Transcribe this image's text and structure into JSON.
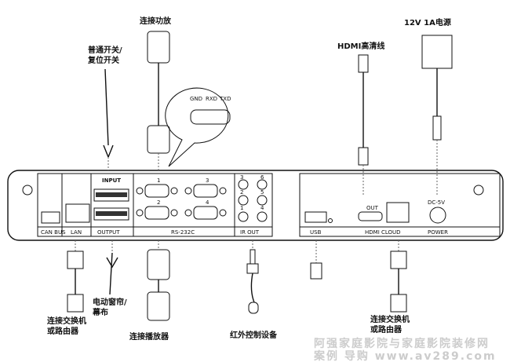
{
  "callouts": {
    "amp": "连接功放",
    "switch_line1": "普通开关/",
    "switch_line2": "复位开关",
    "hdmi": "HDMI高清线",
    "power": "12V 1A电源",
    "curtain_line1": "电动窗帘/",
    "curtain_line2": "幕布",
    "router_left_line1": "连接交换机",
    "router_left_line2": "或路由器",
    "player": "连接播放器",
    "ir": "红外控制设备",
    "router_right_line1": "连接交换机",
    "router_right_line2": "或路由器"
  },
  "db9_pins": {
    "gnd": "GND",
    "rx": "RXD",
    "tx": "TXD"
  },
  "panel": {
    "can_bus": "CAN BUS",
    "lan": "LAN",
    "input": "INPUT",
    "output": "OUTPUT",
    "rs232": "RS-232C",
    "rs_ports": [
      "1",
      "2",
      "3",
      "4"
    ],
    "ir_out": "IR OUT",
    "ir_ports": [
      "1",
      "2",
      "3",
      "4",
      "5",
      "6"
    ],
    "usb": "USB",
    "hdmi_out": "OUT",
    "hdmi_cloud": "HDMI CLOUD",
    "dc": "DC-5V",
    "power": "POWER"
  },
  "watermark": {
    "line1": "阿强家庭影院与家庭影院装修网",
    "line2": "案例 导购 www.av289.com"
  }
}
